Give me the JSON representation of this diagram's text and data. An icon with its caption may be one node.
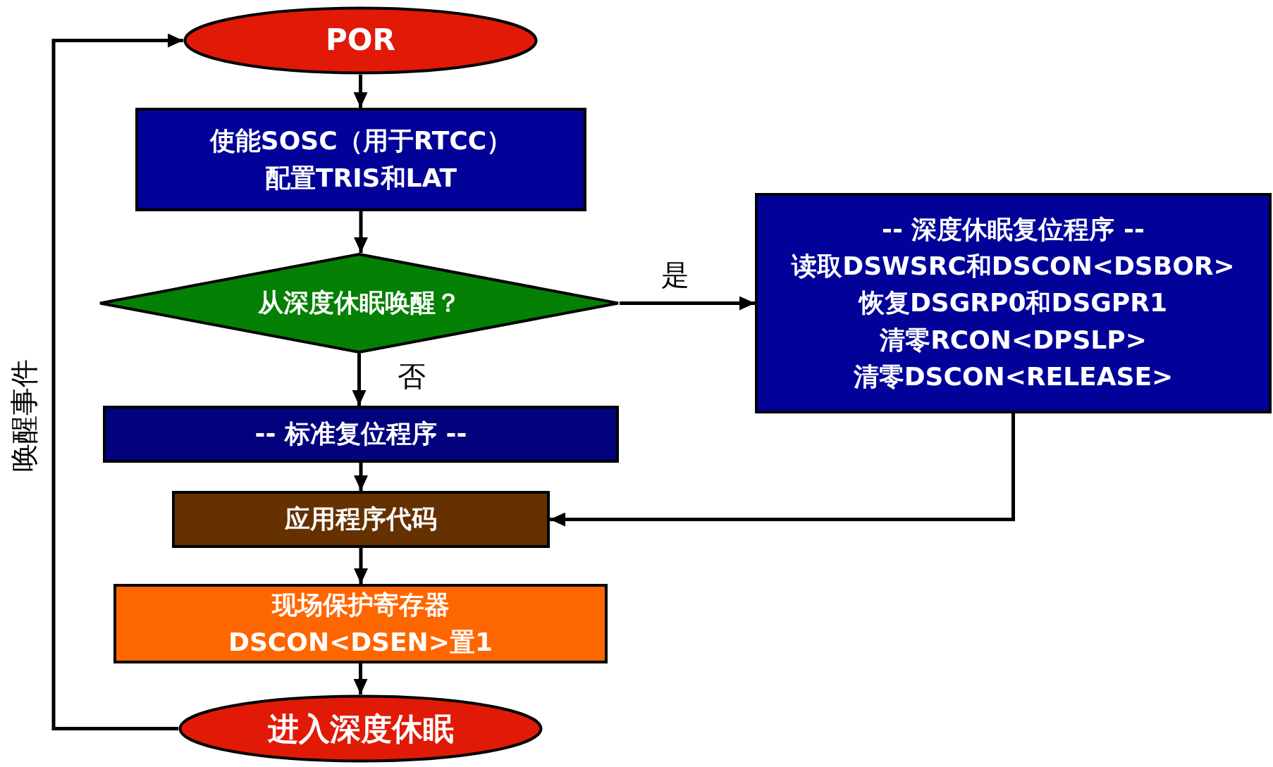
{
  "diagram": {
    "nodes": [
      {
        "text": [
          "POR"
        ]
      },
      {
        "text": [
          "使能SOSC（用于RTCC）",
          "配置TRIS和LAT"
        ]
      },
      {
        "text": [
          "从深度休眠唤醒？"
        ]
      },
      {
        "text": [
          "-- 标准复位程序 --"
        ]
      },
      {
        "text": [
          "应用程序代码"
        ]
      },
      {
        "text": [
          "现场保护寄存器",
          "DSCON<DSEN>置1"
        ]
      },
      {
        "text": [
          "进入深度休眠"
        ]
      },
      {
        "text": [
          "-- 深度休眠复位程序 --",
          "读取DSWSRC和DSCON<DSBOR>",
          "恢复DSGRP0和DSGPR1",
          "清零RCON<DPSLP>",
          "清零DSCON<RELEASE>"
        ]
      }
    ],
    "edges": [
      {
        "from": 0,
        "to": 1,
        "arrow": "to"
      },
      {
        "from": 1,
        "to": 2,
        "arrow": "to"
      },
      {
        "from": 2,
        "to": 7,
        "arrow": "to",
        "label": "是"
      },
      {
        "from": 2,
        "to": 3,
        "arrow": "to",
        "label": "否"
      },
      {
        "from": 3,
        "to": 4,
        "arrow": "to"
      },
      {
        "from": 4,
        "to": 5,
        "arrow": "to"
      },
      {
        "from": 5,
        "to": 6,
        "arrow": "to"
      },
      {
        "from": 7,
        "to": 4,
        "arrow": "to"
      },
      {
        "from": 6,
        "to": 0,
        "arrow": "to",
        "label": "唤醒事件"
      }
    ]
  }
}
